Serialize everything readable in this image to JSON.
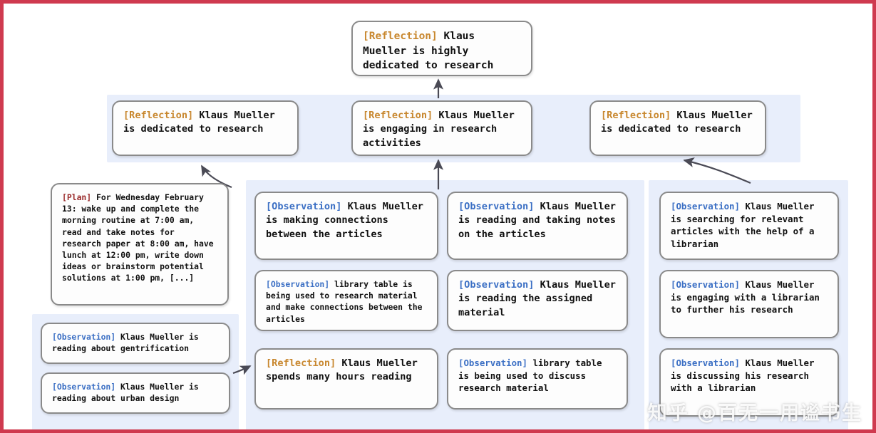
{
  "diagram": {
    "title": "Memory stream reflection tree",
    "colors": {
      "frame_border": "#cf3a4f",
      "panel_background": "#e8eefb",
      "node_background": "#fdfdfd",
      "node_border": "#8a8a8a",
      "tag_reflection": "#c8872e",
      "tag_observation": "#3b6fc4",
      "tag_plan": "#9b2c2c",
      "arrow": "#4a4a55"
    }
  },
  "tags": {
    "reflection": "[Reflection]",
    "observation": "[Observation]",
    "plan": "[Plan]"
  },
  "nodes": {
    "top": {
      "tag": "[Reflection]",
      "text": " Klaus Mueller is highly dedicated to research"
    },
    "reflection_left": {
      "tag": "[Reflection]",
      "text": " Klaus Mueller is dedicated to research"
    },
    "reflection_mid": {
      "tag": "[Reflection]",
      "text": " Klaus Mueller is engaging in research activities"
    },
    "reflection_right": {
      "tag": "[Reflection]",
      "text": " Klaus Mueller is dedicated to research"
    },
    "plan": {
      "tag": "[Plan]",
      "text": " For Wednesday February 13: wake up and complete the morning routine at 7:00 am, read and take notes for research paper at 8:00 am, have lunch at 12:00 pm, write down ideas or brainstorm potential solutions at 1:00 pm, [...]"
    },
    "obs_left_1": {
      "tag": "[Observation]",
      "text": " Klaus Mueller is reading about gentrification"
    },
    "obs_left_2": {
      "tag": "[Observation]",
      "text": " Klaus Mueller is reading about urban design"
    },
    "mid_1": {
      "tag": "[Observation]",
      "text": " Klaus Mueller is making connections between the articles"
    },
    "mid_2": {
      "tag": "[Observation]",
      "text": " library table is being used to research material and make connections between the articles"
    },
    "mid_3": {
      "tag": "[Reflection]",
      "text": " Klaus Mueller spends many hours reading"
    },
    "center_1": {
      "tag": "[Observation]",
      "text": " Klaus Mueller is reading and taking notes on the articles"
    },
    "center_2": {
      "tag": "[Observation]",
      "text": " Klaus Mueller is reading the assigned material"
    },
    "center_3": {
      "tag": "[Observation]",
      "text": " library table is being used to discuss research material"
    },
    "right_1": {
      "tag": "[Observation]",
      "text": " Klaus Mueller is searching for relevant articles with the help of a librarian"
    },
    "right_2": {
      "tag": "[Observation]",
      "text": " Klaus Mueller is engaging with a librarian to further his research"
    },
    "right_3": {
      "tag": "[Observation]",
      "text": " Klaus Mueller is discussing his research with a librarian"
    }
  },
  "watermark": {
    "text": "知乎 @百无一用谧书生"
  }
}
